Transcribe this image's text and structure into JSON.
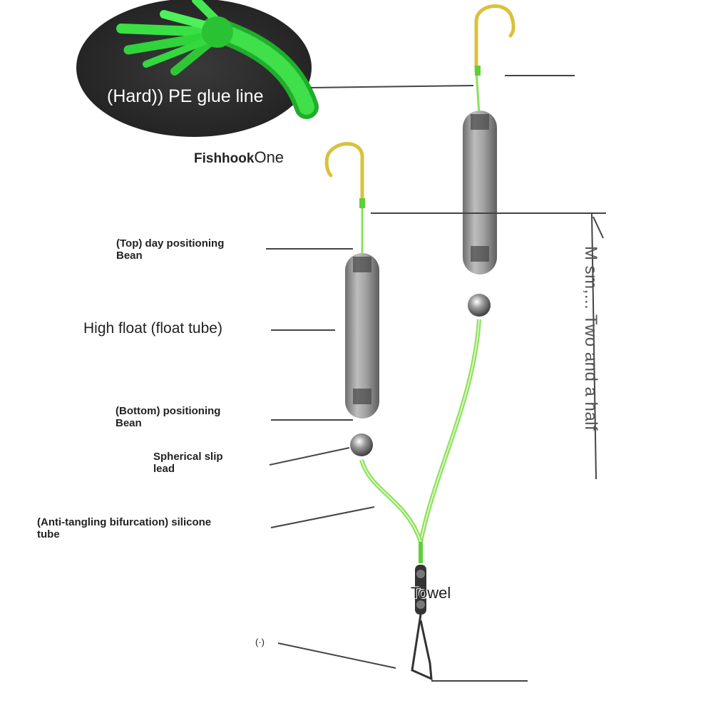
{
  "labels": {
    "pe_line": "(Hard)) PE glue line",
    "fishhook": "Fishhook",
    "fishhook_one": "One",
    "top_bean_1": "(Top) day positioning",
    "top_bean_2": "Bean",
    "high_float": "High float (float tube)",
    "bottom_bean_1": "(Bottom) positioning",
    "bottom_bean_2": "Bean",
    "slip_lead_1": "Spherical slip",
    "slip_lead_2": "lead",
    "silicone_1": "(Anti-tangling bifurcation) silicone",
    "silicone_2": "tube",
    "towel": "Towel",
    "clip": "(·)",
    "length_note": "M sm,... Two and a half"
  },
  "colors": {
    "line_green": "#8be05a",
    "braid_green": "#2fd43a",
    "hook_gold": "#d8c23a",
    "float_gray": "#8c8c8c",
    "inset_bg": "#2a2a2a"
  }
}
